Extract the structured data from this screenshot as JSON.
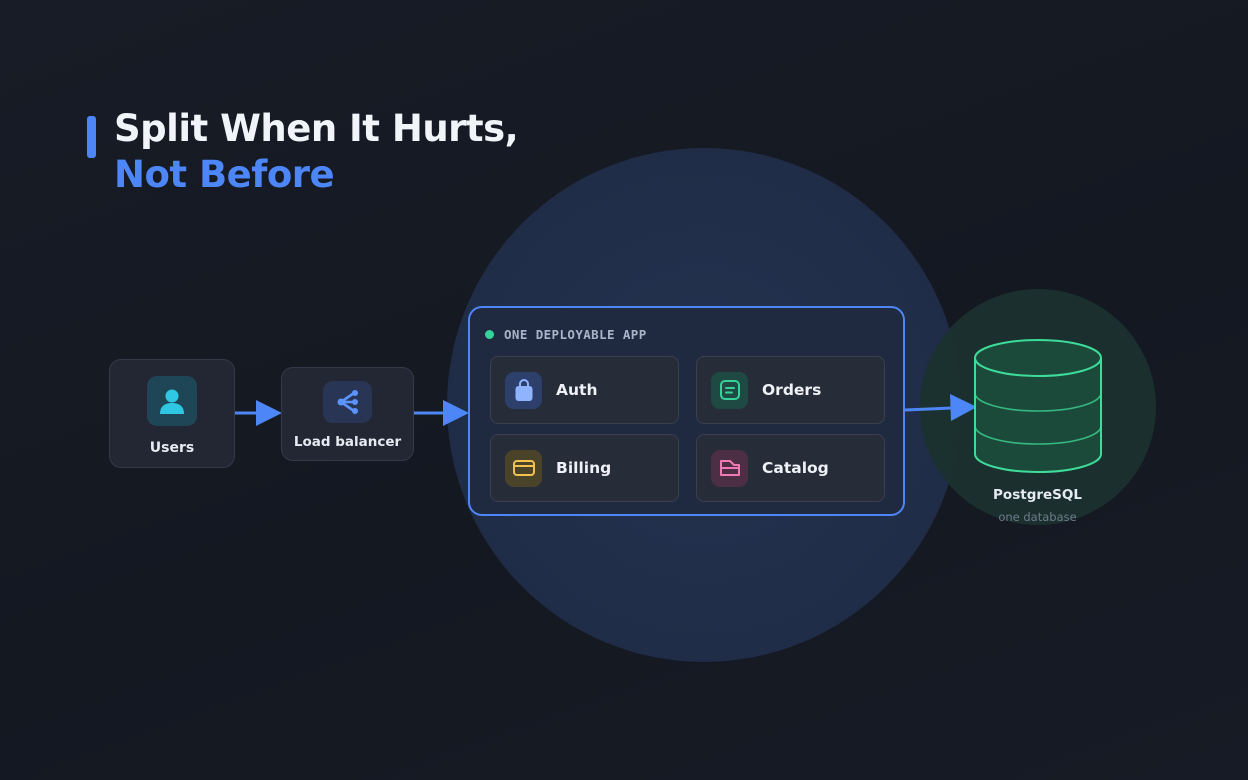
{
  "title": {
    "line1": "Split When It Hurts,",
    "line2": "Not Before"
  },
  "colors": {
    "accent_blue": "#4d86f7",
    "accent_green": "#35d39a",
    "background": "#161a23"
  },
  "nodes": {
    "users": {
      "label": "Users",
      "icon": "user-icon"
    },
    "load_balancer": {
      "label": "Load balancer",
      "icon": "share-fork-icon"
    }
  },
  "app": {
    "label": "ONE DEPLOYABLE APP",
    "modules": [
      {
        "label": "Auth",
        "icon": "lock-icon",
        "color": "#8fb3ff"
      },
      {
        "label": "Orders",
        "icon": "document-icon",
        "color": "#35d39a"
      },
      {
        "label": "Billing",
        "icon": "credit-card-icon",
        "color": "#f2c14e"
      },
      {
        "label": "Catalog",
        "icon": "folder-icon",
        "color": "#f07ab3"
      }
    ]
  },
  "database": {
    "title": "PostgreSQL",
    "subtitle": "one database",
    "icon": "database-icon"
  },
  "edges": [
    {
      "from": "Users",
      "to": "Load balancer"
    },
    {
      "from": "Load balancer",
      "to": "ONE DEPLOYABLE APP"
    },
    {
      "from": "ONE DEPLOYABLE APP",
      "to": "PostgreSQL"
    }
  ]
}
